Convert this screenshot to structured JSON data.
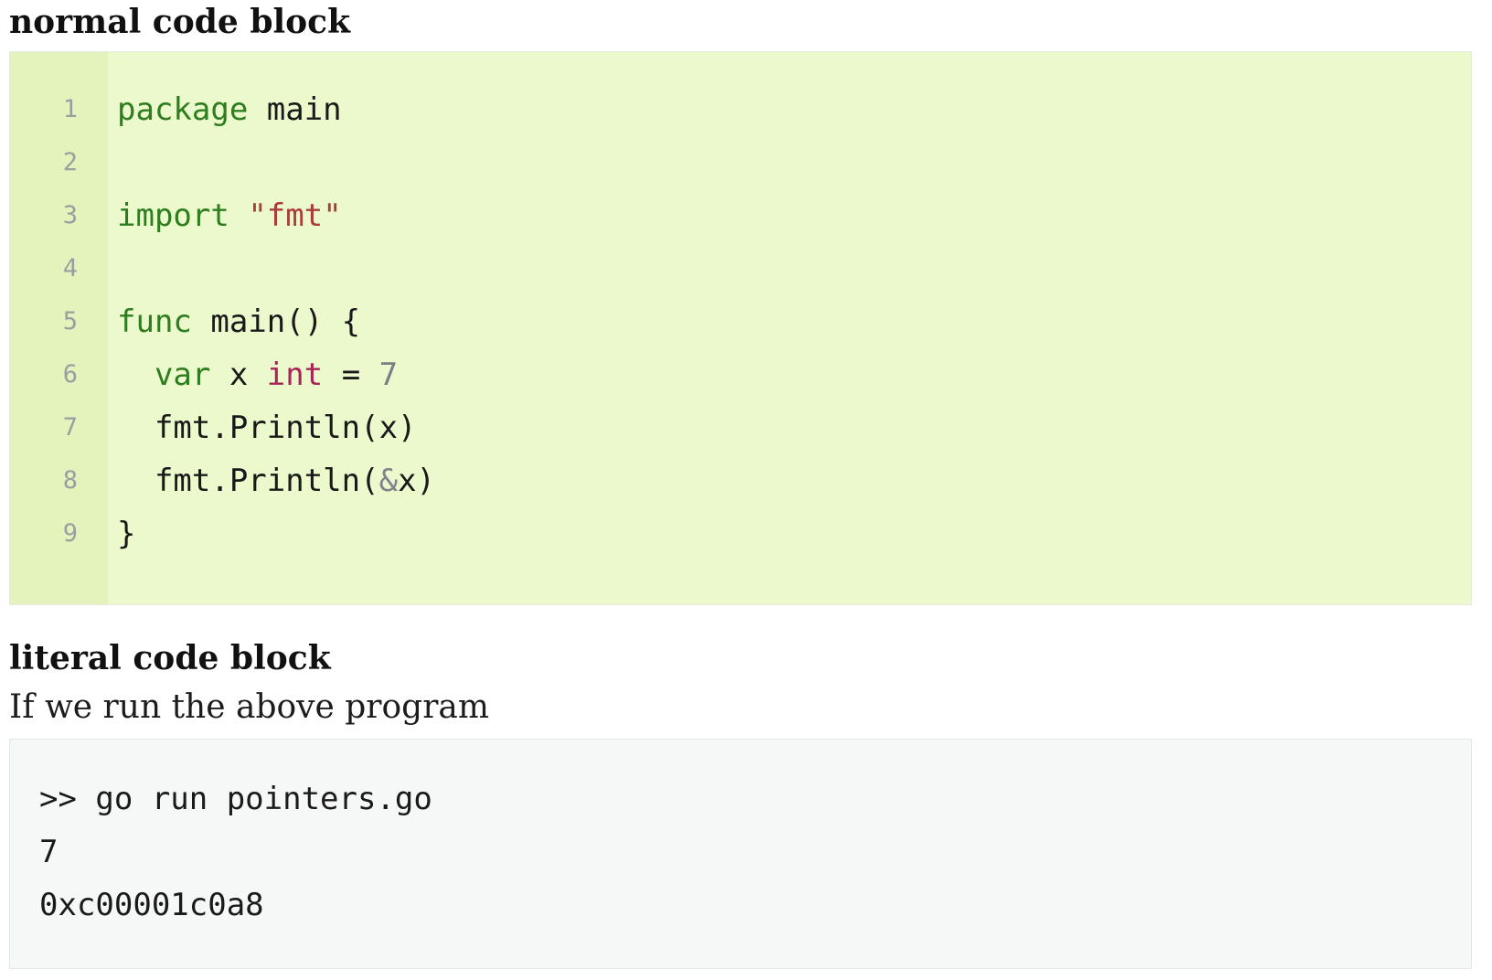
{
  "colors": {
    "code_plain": "#191919",
    "code_keyword": "#2e7d1e",
    "code_string": "#a93c3c",
    "code_type": "#a72458",
    "code_literal": "#767f87",
    "code_operator": "#82838d",
    "line_number": "#999fa0",
    "normal_block_bg": "#ecf9cc",
    "gutter_bg": "#e4f3bc",
    "normal_block_border": "#e8eae2",
    "literal_block_bg": "#f6f7f7",
    "literal_block_border": "#e1e6e6"
  },
  "section_normal": {
    "heading": "normal code block",
    "language": "go",
    "code_lines": [
      {
        "number": "1",
        "tokens": [
          {
            "t": "keyword",
            "s": "package"
          },
          {
            "t": "plain",
            "s": " main"
          }
        ]
      },
      {
        "number": "2",
        "tokens": []
      },
      {
        "number": "3",
        "tokens": [
          {
            "t": "keyword",
            "s": "import"
          },
          {
            "t": "plain",
            "s": " "
          },
          {
            "t": "string",
            "s": "\"fmt\""
          }
        ]
      },
      {
        "number": "4",
        "tokens": []
      },
      {
        "number": "5",
        "tokens": [
          {
            "t": "keyword",
            "s": "func"
          },
          {
            "t": "plain",
            "s": " main() {"
          }
        ]
      },
      {
        "number": "6",
        "tokens": [
          {
            "t": "plain",
            "s": "  "
          },
          {
            "t": "keyword",
            "s": "var"
          },
          {
            "t": "plain",
            "s": " x "
          },
          {
            "t": "type",
            "s": "int"
          },
          {
            "t": "plain",
            "s": " = "
          },
          {
            "t": "literal",
            "s": "7"
          }
        ]
      },
      {
        "number": "7",
        "tokens": [
          {
            "t": "plain",
            "s": "  fmt.Println(x)"
          }
        ]
      },
      {
        "number": "8",
        "tokens": [
          {
            "t": "plain",
            "s": "  fmt.Println("
          },
          {
            "t": "operator",
            "s": "&"
          },
          {
            "t": "plain",
            "s": "x)"
          }
        ]
      },
      {
        "number": "9",
        "tokens": [
          {
            "t": "plain",
            "s": "}"
          }
        ]
      }
    ]
  },
  "section_literal": {
    "heading": "literal code block",
    "intro": "If we run the above program",
    "lines": [
      ">> go run pointers.go",
      "7",
      "0xc00001c0a8"
    ]
  }
}
